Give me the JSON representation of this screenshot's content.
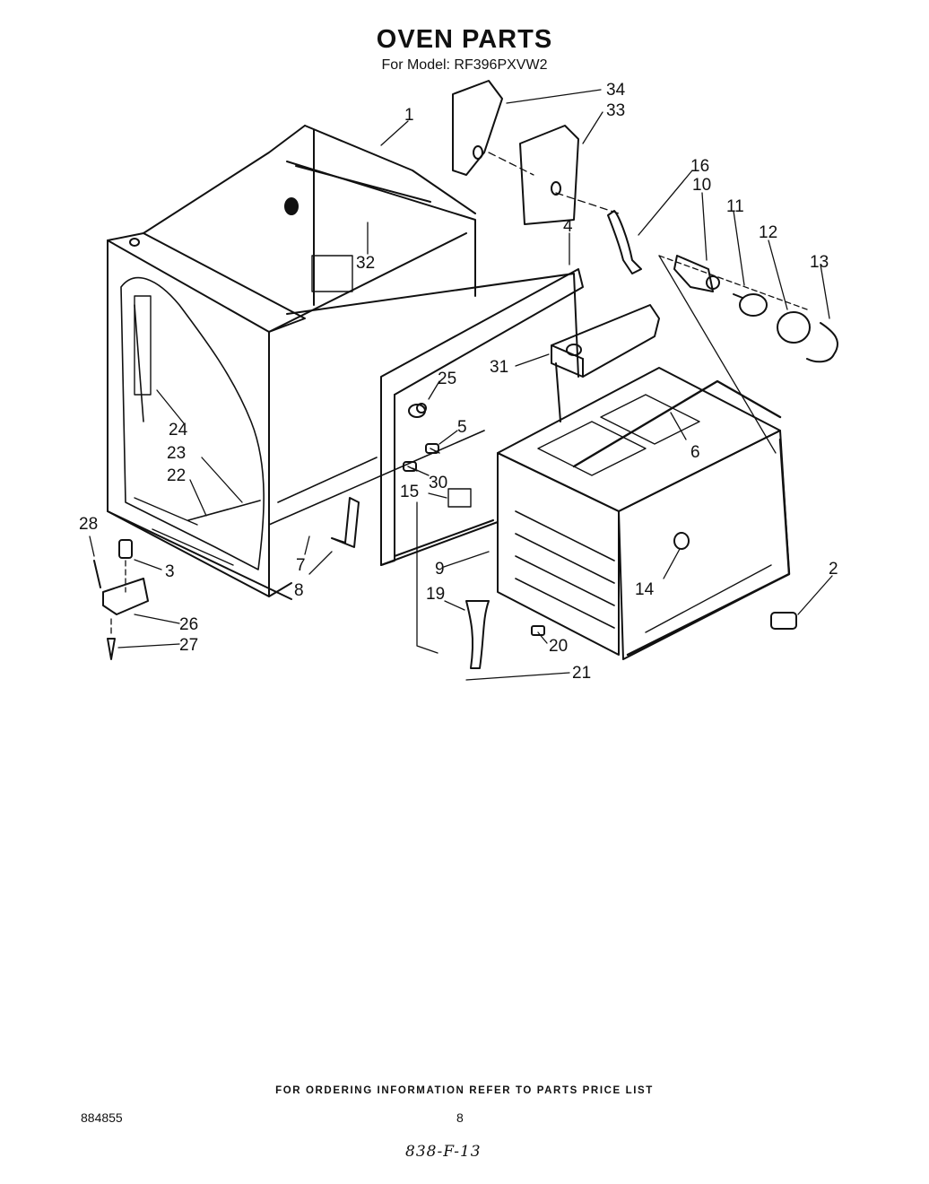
{
  "header": {
    "title": "OVEN PARTS",
    "subtitle": "For Model: RF396PXVW2"
  },
  "callouts": [
    "1",
    "2",
    "3",
    "4",
    "5",
    "6",
    "7",
    "8",
    "9",
    "10",
    "11",
    "12",
    "13",
    "14",
    "15",
    "16",
    "19",
    "20",
    "21",
    "22",
    "23",
    "24",
    "25",
    "26",
    "27",
    "28",
    "30",
    "31",
    "32",
    "33",
    "34"
  ],
  "footer": {
    "ordering_note": "FOR ORDERING INFORMATION REFER TO PARTS PRICE LIST",
    "doc_number": "884855",
    "page_number": "8",
    "handwritten_note": "838-F-13"
  }
}
